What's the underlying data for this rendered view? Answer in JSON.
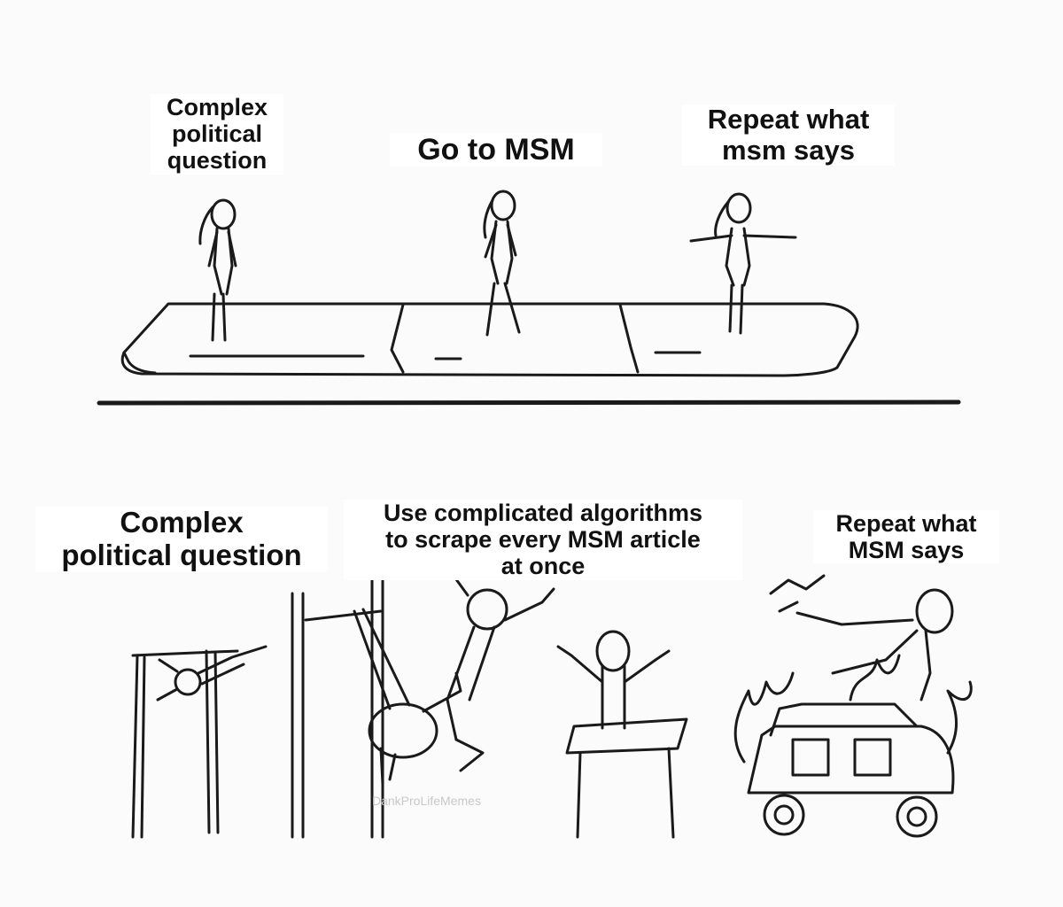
{
  "top_panel": {
    "steps": [
      {
        "caption": "Complex\npolitical\nquestion"
      },
      {
        "caption": "Go to MSM"
      },
      {
        "caption": "Repeat what\nmsm says"
      }
    ]
  },
  "bottom_panel": {
    "steps": [
      {
        "caption": "Complex\npolitical question"
      },
      {
        "caption": "Use complicated algorithms\nto scrape every MSM article\nat once"
      },
      {
        "caption": "Repeat what\nMSM says"
      }
    ]
  },
  "watermark": "DankProLifeMemes"
}
